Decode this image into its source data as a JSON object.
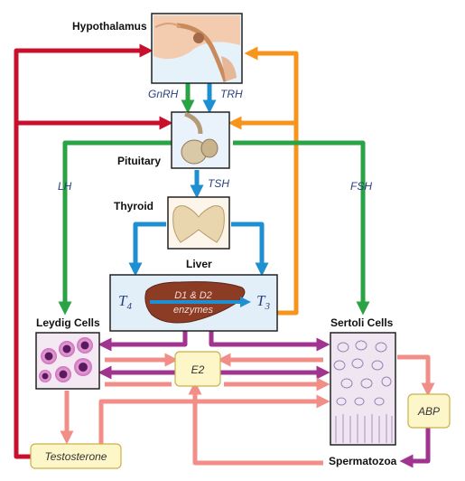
{
  "labels": {
    "hypothalamus": "Hypothalamus",
    "pituitary": "Pituitary",
    "thyroid": "Thyroid",
    "liver": "Liver",
    "leydig": "Leydig Cells",
    "sertoli": "Sertoli Cells",
    "spermatozoa": "Spermatozoa"
  },
  "hormones": {
    "gnrh": "GnRH",
    "trh": "TRH",
    "lh": "LH",
    "fsh": "FSH",
    "tsh": "TSH"
  },
  "liver": {
    "t4_base": "T",
    "t4_sub": "4",
    "t3_base": "T",
    "t3_sub": "3",
    "enzymes_line1": "D1 & D2",
    "enzymes_line2": "enzymes"
  },
  "boxes": {
    "e2": "E2",
    "abp": "ABP",
    "testosterone": "Testosterone"
  },
  "colors": {
    "green": "#2aa345",
    "blue": "#1e8fd0",
    "orange": "#f7941d",
    "red": "#c8102e",
    "purple": "#a0348f",
    "salmon": "#f08e87",
    "box_fill": "#fdf6c8",
    "box_stroke": "#c9b24a"
  }
}
